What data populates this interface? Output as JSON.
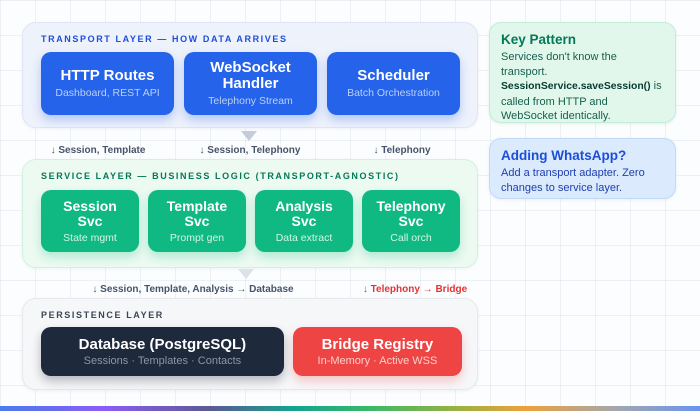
{
  "layers": {
    "transport": {
      "title": "TRANSPORT LAYER — HOW DATA ARRIVES",
      "accent_color": "#2563eb",
      "header_color": "#1d4ed8",
      "boxes": [
        {
          "title_lines": [
            "HTTP Routes"
          ],
          "subtitle": "Dashboard, REST API"
        },
        {
          "title_lines": [
            "WebSocket",
            "Handler"
          ],
          "subtitle": "Telephony Stream"
        },
        {
          "title_lines": [
            "Scheduler"
          ],
          "subtitle": "Batch Orchestration"
        }
      ]
    },
    "service": {
      "title": "SERVICE LAYER — BUSINESS LOGIC (TRANSPORT-AGNOSTIC)",
      "accent_color": "#10b981",
      "header_color": "#047857",
      "boxes": [
        {
          "title_lines": [
            "Session",
            "Svc"
          ],
          "subtitle": "State mgmt"
        },
        {
          "title_lines": [
            "Template",
            "Svc"
          ],
          "subtitle": "Prompt gen"
        },
        {
          "title_lines": [
            "Analysis",
            "Svc"
          ],
          "subtitle": "Data extract"
        },
        {
          "title_lines": [
            "Telephony",
            "Svc"
          ],
          "subtitle": "Call orch"
        }
      ]
    },
    "persistence": {
      "title": "PERSISTENCE LAYER",
      "header_color": "#3b4656",
      "boxes": [
        {
          "title_lines": [
            "Database (PostgreSQL)"
          ],
          "subtitle": "Sessions · Templates · Contacts",
          "color": "#1e293b"
        },
        {
          "title_lines": [
            "Bridge Registry"
          ],
          "subtitle": "In-Memory · Active WSS",
          "color": "#ef4444"
        }
      ]
    }
  },
  "flow_labels": {
    "transport_to_service": [
      "↓ Session, Template",
      "↓ Session, Telephony",
      "↓ Telephony"
    ],
    "service_to_persistence": {
      "database": "↓ Session, Template, Analysis → Database",
      "bridge": "↓ Telephony → Bridge",
      "bridge_color": "#e23434"
    }
  },
  "side_panels": {
    "key_pattern": {
      "title": "Key Pattern",
      "body_before": "Services don't know the transport. ",
      "code": "SessionService.saveSession()",
      "body_after": " is called from HTTP and WebSocket identically."
    },
    "whatsapp": {
      "title": "Adding WhatsApp?",
      "body": "Add a transport adapter. Zero changes to service layer."
    }
  }
}
